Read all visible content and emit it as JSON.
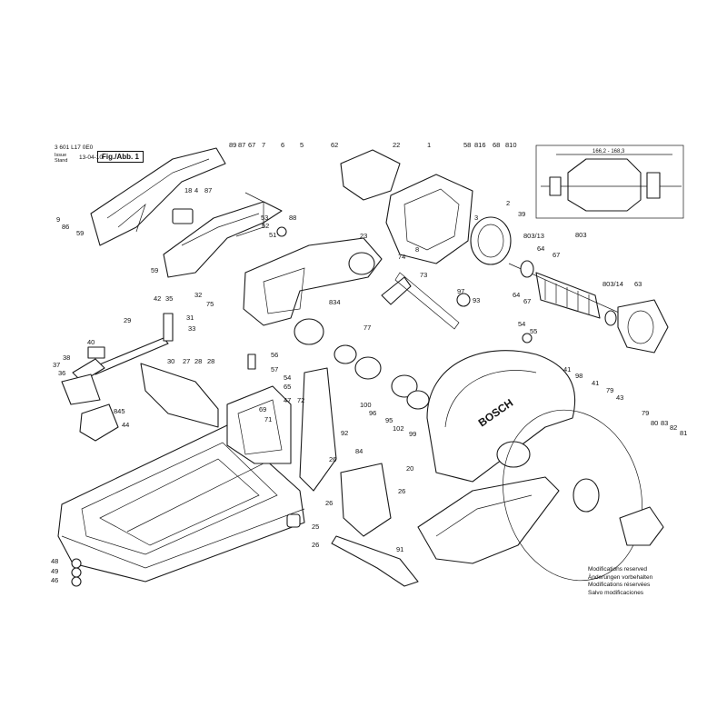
{
  "header": {
    "doc_number": "3 601 L17 0E0",
    "issue_label_1": "Issue",
    "issue_label_2": "Stand",
    "date": "13-04-10",
    "figure_label": "Fig./Abb. 1"
  },
  "dimension": "166,2 - 168,3",
  "brand": "BOSCH",
  "notice": [
    "Modifications reserved",
    "Änderungen vorbehalten",
    "Modifications réservées",
    "Salvo modificaciones"
  ],
  "callouts": [
    {
      "id": "c89",
      "label": "89"
    },
    {
      "id": "c87a",
      "label": "87"
    },
    {
      "id": "c67a",
      "label": "67"
    },
    {
      "id": "c7",
      "label": "7"
    },
    {
      "id": "c6",
      "label": "6"
    },
    {
      "id": "c5",
      "label": "5"
    },
    {
      "id": "c62",
      "label": "62"
    },
    {
      "id": "c22",
      "label": "22"
    },
    {
      "id": "c1",
      "label": "1"
    },
    {
      "id": "c58",
      "label": "58"
    },
    {
      "id": "c816",
      "label": "816"
    },
    {
      "id": "c68",
      "label": "68"
    },
    {
      "id": "c810",
      "label": "810"
    },
    {
      "id": "c18",
      "label": "18"
    },
    {
      "id": "c4",
      "label": "4"
    },
    {
      "id": "c87b",
      "label": "87"
    },
    {
      "id": "c9",
      "label": "9"
    },
    {
      "id": "c86",
      "label": "86"
    },
    {
      "id": "c59a",
      "label": "59"
    },
    {
      "id": "c53",
      "label": "53"
    },
    {
      "id": "c88",
      "label": "88"
    },
    {
      "id": "c52",
      "label": "52"
    },
    {
      "id": "c51",
      "label": "51"
    },
    {
      "id": "c3",
      "label": "3"
    },
    {
      "id": "c8",
      "label": "8"
    },
    {
      "id": "c2",
      "label": "2"
    },
    {
      "id": "c39",
      "label": "39"
    },
    {
      "id": "c803",
      "label": "803"
    },
    {
      "id": "c803_13",
      "label": "803/13"
    },
    {
      "id": "c64a",
      "label": "64"
    },
    {
      "id": "c67b",
      "label": "67"
    },
    {
      "id": "c59b",
      "label": "59"
    },
    {
      "id": "c23",
      "label": "23"
    },
    {
      "id": "c74",
      "label": "74"
    },
    {
      "id": "c73",
      "label": "73"
    },
    {
      "id": "c97",
      "label": "97"
    },
    {
      "id": "c93",
      "label": "93"
    },
    {
      "id": "c64b",
      "label": "64"
    },
    {
      "id": "c67c",
      "label": "67"
    },
    {
      "id": "c803_14",
      "label": "803/14"
    },
    {
      "id": "c63",
      "label": "63"
    },
    {
      "id": "c42",
      "label": "42"
    },
    {
      "id": "c35",
      "label": "35"
    },
    {
      "id": "c31",
      "label": "31"
    },
    {
      "id": "c32",
      "label": "32"
    },
    {
      "id": "c75",
      "label": "75"
    },
    {
      "id": "c33",
      "label": "33"
    },
    {
      "id": "c834",
      "label": "834"
    },
    {
      "id": "c29",
      "label": "29"
    },
    {
      "id": "c77",
      "label": "77"
    },
    {
      "id": "c54",
      "label": "54"
    },
    {
      "id": "c55",
      "label": "55"
    },
    {
      "id": "c40",
      "label": "40"
    },
    {
      "id": "c38",
      "label": "38"
    },
    {
      "id": "c37",
      "label": "37"
    },
    {
      "id": "c36",
      "label": "36"
    },
    {
      "id": "c30",
      "label": "30"
    },
    {
      "id": "c27",
      "label": "27"
    },
    {
      "id": "c28a",
      "label": "28"
    },
    {
      "id": "c28b",
      "label": "28"
    },
    {
      "id": "c56",
      "label": "56"
    },
    {
      "id": "c57",
      "label": "57"
    },
    {
      "id": "c54b",
      "label": "54"
    },
    {
      "id": "c65",
      "label": "65"
    },
    {
      "id": "c47",
      "label": "47"
    },
    {
      "id": "c72",
      "label": "72"
    },
    {
      "id": "c69",
      "label": "69"
    },
    {
      "id": "c71",
      "label": "71"
    },
    {
      "id": "c100",
      "label": "100"
    },
    {
      "id": "c96",
      "label": "96"
    },
    {
      "id": "c95",
      "label": "95"
    },
    {
      "id": "c102",
      "label": "102"
    },
    {
      "id": "c99",
      "label": "99"
    },
    {
      "id": "c41a",
      "label": "41"
    },
    {
      "id": "c98",
      "label": "98"
    },
    {
      "id": "c41b",
      "label": "41"
    },
    {
      "id": "c79a",
      "label": "79"
    },
    {
      "id": "c43",
      "label": "43"
    },
    {
      "id": "c845",
      "label": "845"
    },
    {
      "id": "c44",
      "label": "44"
    },
    {
      "id": "c92",
      "label": "92"
    },
    {
      "id": "c20",
      "label": "20"
    },
    {
      "id": "c79b",
      "label": "79"
    },
    {
      "id": "c80",
      "label": "80"
    },
    {
      "id": "c83",
      "label": "83"
    },
    {
      "id": "c82",
      "label": "82"
    },
    {
      "id": "c81",
      "label": "81"
    },
    {
      "id": "c26a",
      "label": "26"
    },
    {
      "id": "c84",
      "label": "84"
    },
    {
      "id": "c26b",
      "label": "26"
    },
    {
      "id": "c26c",
      "label": "26"
    },
    {
      "id": "c25",
      "label": "25"
    },
    {
      "id": "c26d",
      "label": "26"
    },
    {
      "id": "c91",
      "label": "91"
    },
    {
      "id": "c48",
      "label": "48"
    },
    {
      "id": "c49",
      "label": "49"
    },
    {
      "id": "c46",
      "label": "46"
    }
  ]
}
